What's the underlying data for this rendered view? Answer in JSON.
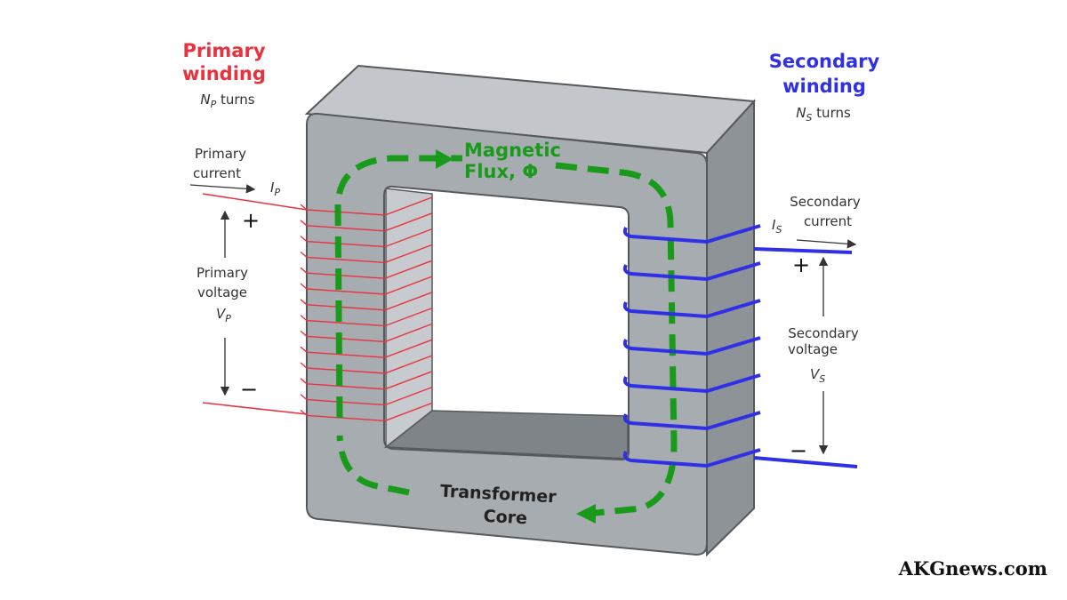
{
  "primary": {
    "title_line1": "Primary",
    "title_line2": "winding",
    "turns_symbol": "N",
    "turns_sub": "P",
    "turns_text": " turns",
    "current_line1": "Primary",
    "current_line2": "current",
    "current_symbol": "I",
    "current_sub": "P",
    "voltage_line1": "Primary",
    "voltage_line2": "voltage",
    "voltage_symbol": "V",
    "voltage_sub": "P",
    "plus": "+",
    "minus": "−",
    "color": "#e8333f"
  },
  "secondary": {
    "title_line1": "Secondary",
    "title_line2": "winding",
    "turns_symbol": "N",
    "turns_sub": "S",
    "turns_text": " turns",
    "current_line1": "Secondary",
    "current_line2": "current",
    "current_symbol": "I",
    "current_sub": "S",
    "voltage_line1": "Secondary",
    "voltage_line2": "voltage",
    "voltage_symbol": "V",
    "voltage_sub": "S",
    "plus": "+",
    "minus": "−",
    "color": "#2f2fe6"
  },
  "flux": {
    "line1": "Magnetic",
    "line2": "Flux, Φ",
    "color": "#1a9a1a"
  },
  "core": {
    "line1": "Transformer",
    "line2": "Core",
    "color": "#a7acb1"
  },
  "watermark": "AKGnews.com"
}
